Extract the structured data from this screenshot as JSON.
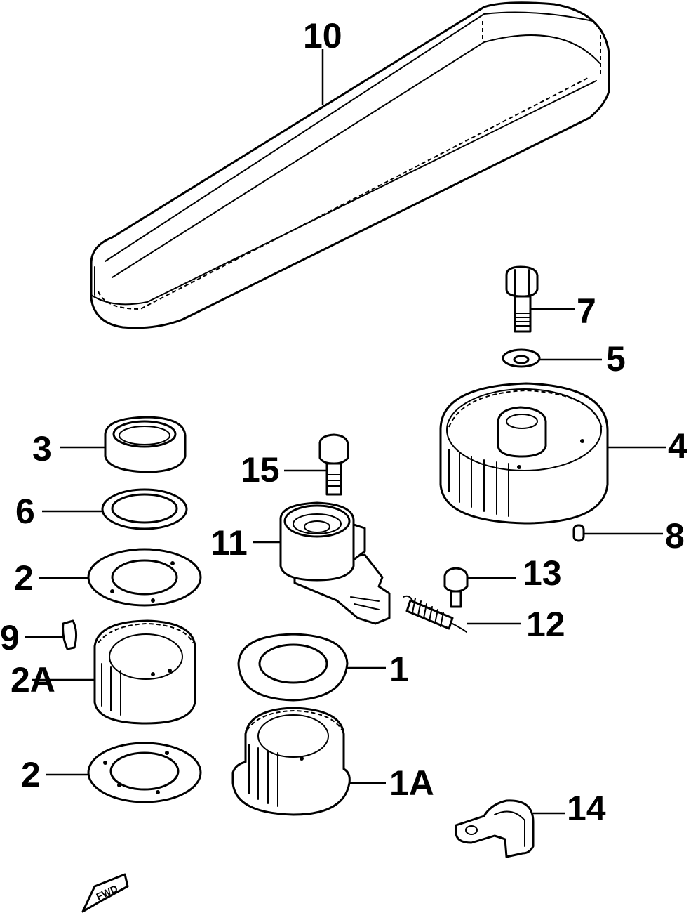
{
  "diagram": {
    "callouts": [
      {
        "id": "belt",
        "label": "10"
      },
      {
        "id": "bolt-large",
        "label": "7"
      },
      {
        "id": "washer",
        "label": "5"
      },
      {
        "id": "cam-pulley",
        "label": "4"
      },
      {
        "id": "dowel-pin",
        "label": "8"
      },
      {
        "id": "lock-nut",
        "label": "3"
      },
      {
        "id": "tensioner-bolt",
        "label": "15"
      },
      {
        "id": "thin-ring",
        "label": "6"
      },
      {
        "id": "tensioner",
        "label": "11"
      },
      {
        "id": "plate-upper",
        "label": "2"
      },
      {
        "id": "stud-bolt",
        "label": "13"
      },
      {
        "id": "spring",
        "label": "12"
      },
      {
        "id": "key",
        "label": "9"
      },
      {
        "id": "crank-pulley",
        "label": "1"
      },
      {
        "id": "plate-2a",
        "label": "2A"
      },
      {
        "id": "plate-lower",
        "label": "2"
      },
      {
        "id": "pulley-1a",
        "label": "1A"
      },
      {
        "id": "clamp",
        "label": "14"
      }
    ],
    "front_arrow": "FWD"
  }
}
